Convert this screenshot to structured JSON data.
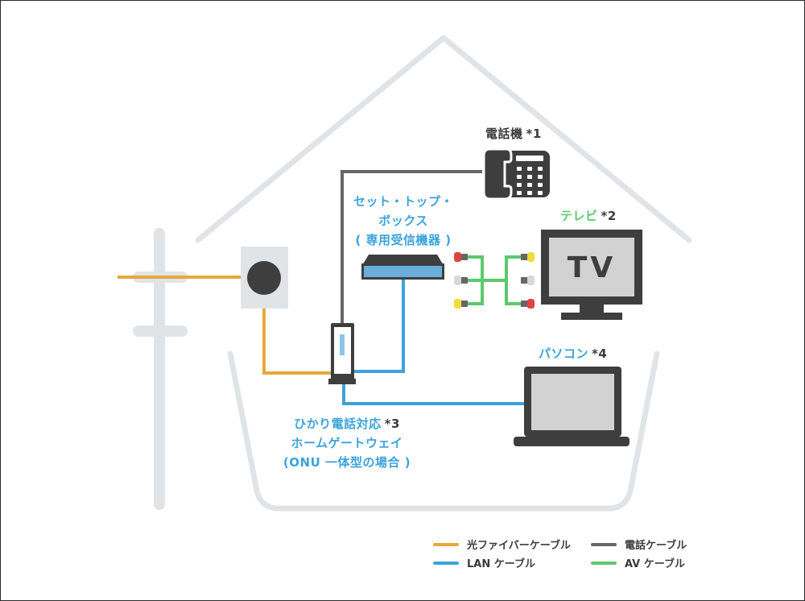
{
  "labels": {
    "phone": "電話機",
    "phone_note": "*1",
    "stb_line1": "セット・トップ・",
    "stb_line2": "ボックス",
    "stb_line3": "( 専用受信機器 )",
    "tv": "テレビ",
    "tv_note": "*2",
    "tv_screen": "TV",
    "pc": "パソコン",
    "pc_note": "*4",
    "gateway_line1": "ひかり電話対応",
    "gateway_note": "*3",
    "gateway_line2": "ホームゲートウェイ",
    "gateway_line3": "(ONU 一体型の場合 )"
  },
  "legend": [
    {
      "label": "光ファイバーケーブル",
      "color": "#e8a83a"
    },
    {
      "label": "電話ケーブル",
      "color": "#666666"
    },
    {
      "label": "LAN ケーブル",
      "color": "#3ba3dc"
    },
    {
      "label": "AV ケーブル",
      "color": "#5bc96f"
    }
  ],
  "colors": {
    "fiber": "#e8a83a",
    "phone_cable": "#666666",
    "lan": "#3ba3dc",
    "av": "#5bc96f",
    "house_outline": "#e1e4e7",
    "device_dark": "#3e3e3e",
    "screen": "#d2d2d2"
  }
}
